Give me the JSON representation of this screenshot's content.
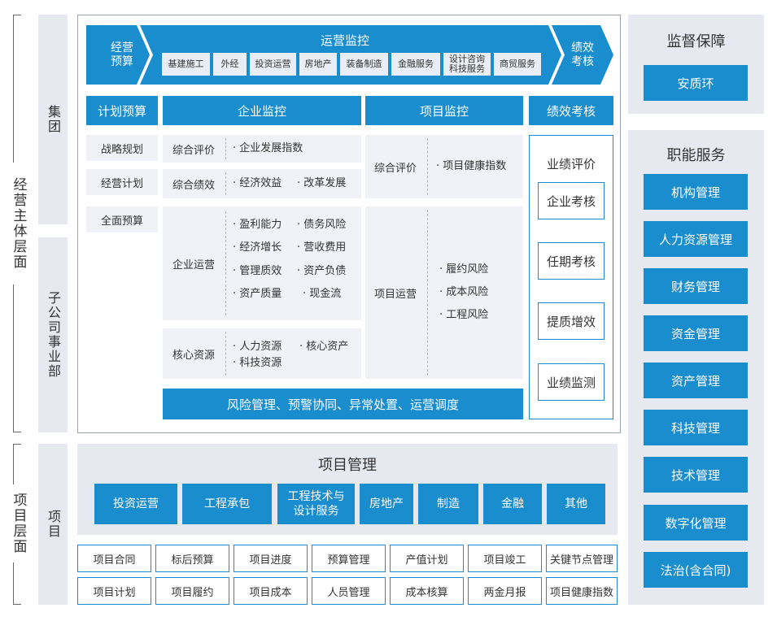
{
  "left_axis": {
    "top_label": "经营主体层面",
    "bottom_label": "项目层面"
  },
  "row_labels": {
    "group": "集团",
    "subsidiary": "子公司事业部",
    "project": "项目"
  },
  "arrow": {
    "left_label": "经营预算",
    "center_title": "运营监控",
    "businesses": [
      "基建施工",
      "外经",
      "投资运营",
      "房地产",
      "装备制造",
      "金融服务",
      "设计咨询\n科技服务",
      "商贸服务"
    ],
    "right_label": "绩效考核"
  },
  "headers": {
    "plan": "计划预算",
    "enterprise": "企业监控",
    "project": "项目监控",
    "perf": "绩效考核"
  },
  "plan_items": [
    "战略规划",
    "经营计划",
    "全面预算"
  ],
  "enterprise": {
    "row1": {
      "label": "综合评价",
      "items": [
        "· 企业发展指数"
      ]
    },
    "row2": {
      "label": "综合绩效",
      "items": [
        "· 经济效益",
        "· 改革发展"
      ]
    },
    "row3": {
      "label": "企业运营",
      "col1": [
        "· 盈利能力",
        "· 经济增长",
        "· 管理质效",
        "· 资产质量"
      ],
      "col2": [
        "· 债务风险",
        "· 营收费用",
        "· 资产负债",
        "· 现金流"
      ]
    },
    "row4": {
      "label": "核心资源",
      "col1": [
        "· 人力资源",
        "· 科技资源"
      ],
      "col2": [
        "· 核心资产"
      ]
    }
  },
  "project_monitor": {
    "row1": {
      "label": "综合评价",
      "items": [
        "· 项目健康指数"
      ]
    },
    "row2": {
      "label": "项目运营",
      "items": [
        "· 履约风险",
        "· 成本风险",
        "· 工程风险"
      ]
    }
  },
  "perf": {
    "title": "业绩评价",
    "items": [
      "企业考核",
      "任期考核",
      "提质增效",
      "业绩监测"
    ]
  },
  "risk_bar": "风险管理、预警协同、异常处置、运营调度",
  "project_mgmt": {
    "title": "项目管理",
    "items": [
      "投资运营",
      "工程承包",
      "工程技术与\n设计服务",
      "房地产",
      "制造",
      "金融",
      "其他"
    ]
  },
  "project_grid": [
    [
      "项目合同",
      "标后预算",
      "项目进度",
      "预算管理",
      "产值计划",
      "项目竣工",
      "关键节点管理"
    ],
    [
      "项目计划",
      "项目履约",
      "项目成本",
      "人员管理",
      "成本核算",
      "两金月报",
      "项目健康指数"
    ]
  ],
  "supervision": {
    "title": "监督保障",
    "items": [
      "安质环"
    ]
  },
  "functions": {
    "title": "职能服务",
    "items": [
      "机构管理",
      "人力资源管理",
      "财务管理",
      "资金管理",
      "资产管理",
      "科技管理",
      "技术管理",
      "数字化管理",
      "法治(含合同)"
    ]
  }
}
